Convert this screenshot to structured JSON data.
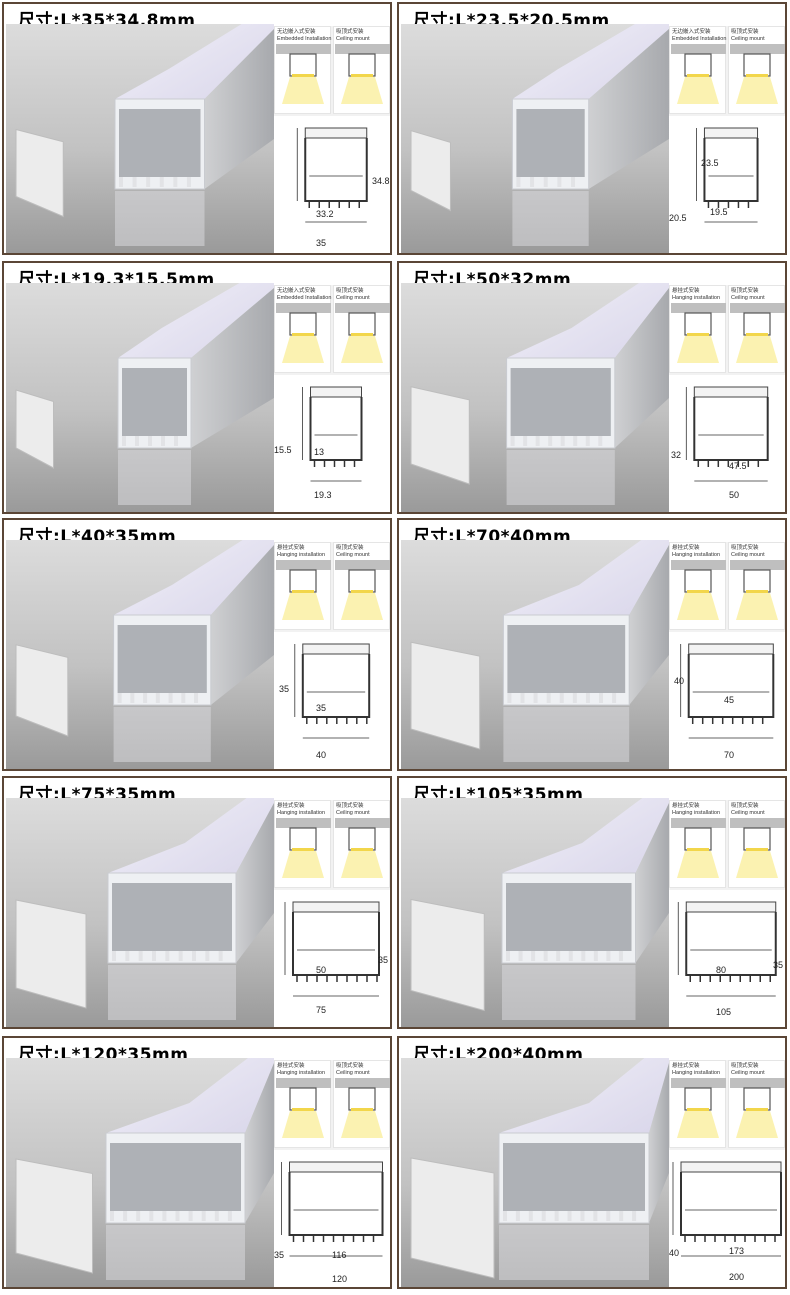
{
  "cards": [
    {
      "title": "尺寸:L*35*34.8mm",
      "install": [
        {
          "cn": "无边嵌入式安装",
          "en": "Embedded Installation"
        },
        {
          "cn": "吸顶式安装",
          "en": "Ceiling mount"
        }
      ],
      "dims": [
        "34.8",
        "33.2",
        "35"
      ]
    },
    {
      "title": "尺寸:L*23.5*20.5mm",
      "install": [
        {
          "cn": "无边嵌入式安装",
          "en": "Embedded Installation"
        },
        {
          "cn": "吸顶式安装",
          "en": "Ceiling mount"
        }
      ],
      "dims": [
        "23.5",
        "20.5",
        "19.5"
      ]
    },
    {
      "title": "尺寸:L*19.3*15.5mm",
      "install": [
        {
          "cn": "无边嵌入式安装",
          "en": "Embedded Installation"
        },
        {
          "cn": "吸顶式安装",
          "en": "Ceiling mount"
        }
      ],
      "dims": [
        "15.5",
        "13",
        "19.3"
      ]
    },
    {
      "title": "尺寸:L*50*32mm",
      "install": [
        {
          "cn": "悬挂式安装",
          "en": "Hanging installation"
        },
        {
          "cn": "吸顶式安装",
          "en": "Ceiling mount"
        }
      ],
      "dims": [
        "32",
        "47.5",
        "50"
      ]
    },
    {
      "title": "尺寸:L*40*35mm",
      "install": [
        {
          "cn": "悬挂式安装",
          "en": "Hanging installation"
        },
        {
          "cn": "吸顶式安装",
          "en": "Ceiling mount"
        }
      ],
      "dims": [
        "35",
        "35",
        "40"
      ]
    },
    {
      "title": "尺寸:L*70*40mm",
      "install": [
        {
          "cn": "悬挂式安装",
          "en": "Hanging installation"
        },
        {
          "cn": "吸顶式安装",
          "en": "Ceiling mount"
        }
      ],
      "dims": [
        "40",
        "45",
        "70"
      ]
    },
    {
      "title": "尺寸:L*75*35mm",
      "install": [
        {
          "cn": "悬挂式安装",
          "en": "Hanging installation"
        },
        {
          "cn": "吸顶式安装",
          "en": "Ceiling mount"
        }
      ],
      "dims": [
        "35",
        "50",
        "75"
      ]
    },
    {
      "title": "尺寸:L*105*35mm",
      "install": [
        {
          "cn": "悬挂式安装",
          "en": "Hanging installation"
        },
        {
          "cn": "吸顶式安装",
          "en": "Ceiling mount"
        }
      ],
      "dims": [
        "35",
        "80",
        "105"
      ]
    },
    {
      "title": "尺寸:L*120*35mm",
      "install": [
        {
          "cn": "悬挂式安装",
          "en": "Hanging installation"
        },
        {
          "cn": "吸顶式安装",
          "en": "Ceiling mount"
        }
      ],
      "dims": [
        "35",
        "116",
        "120"
      ]
    },
    {
      "title": "尺寸:L*200*40mm",
      "install": [
        {
          "cn": "悬挂式安装",
          "en": "Hanging installation"
        },
        {
          "cn": "吸顶式安装",
          "en": "Ceiling mount"
        }
      ],
      "dims": [
        "40",
        "173",
        "200"
      ]
    }
  ]
}
